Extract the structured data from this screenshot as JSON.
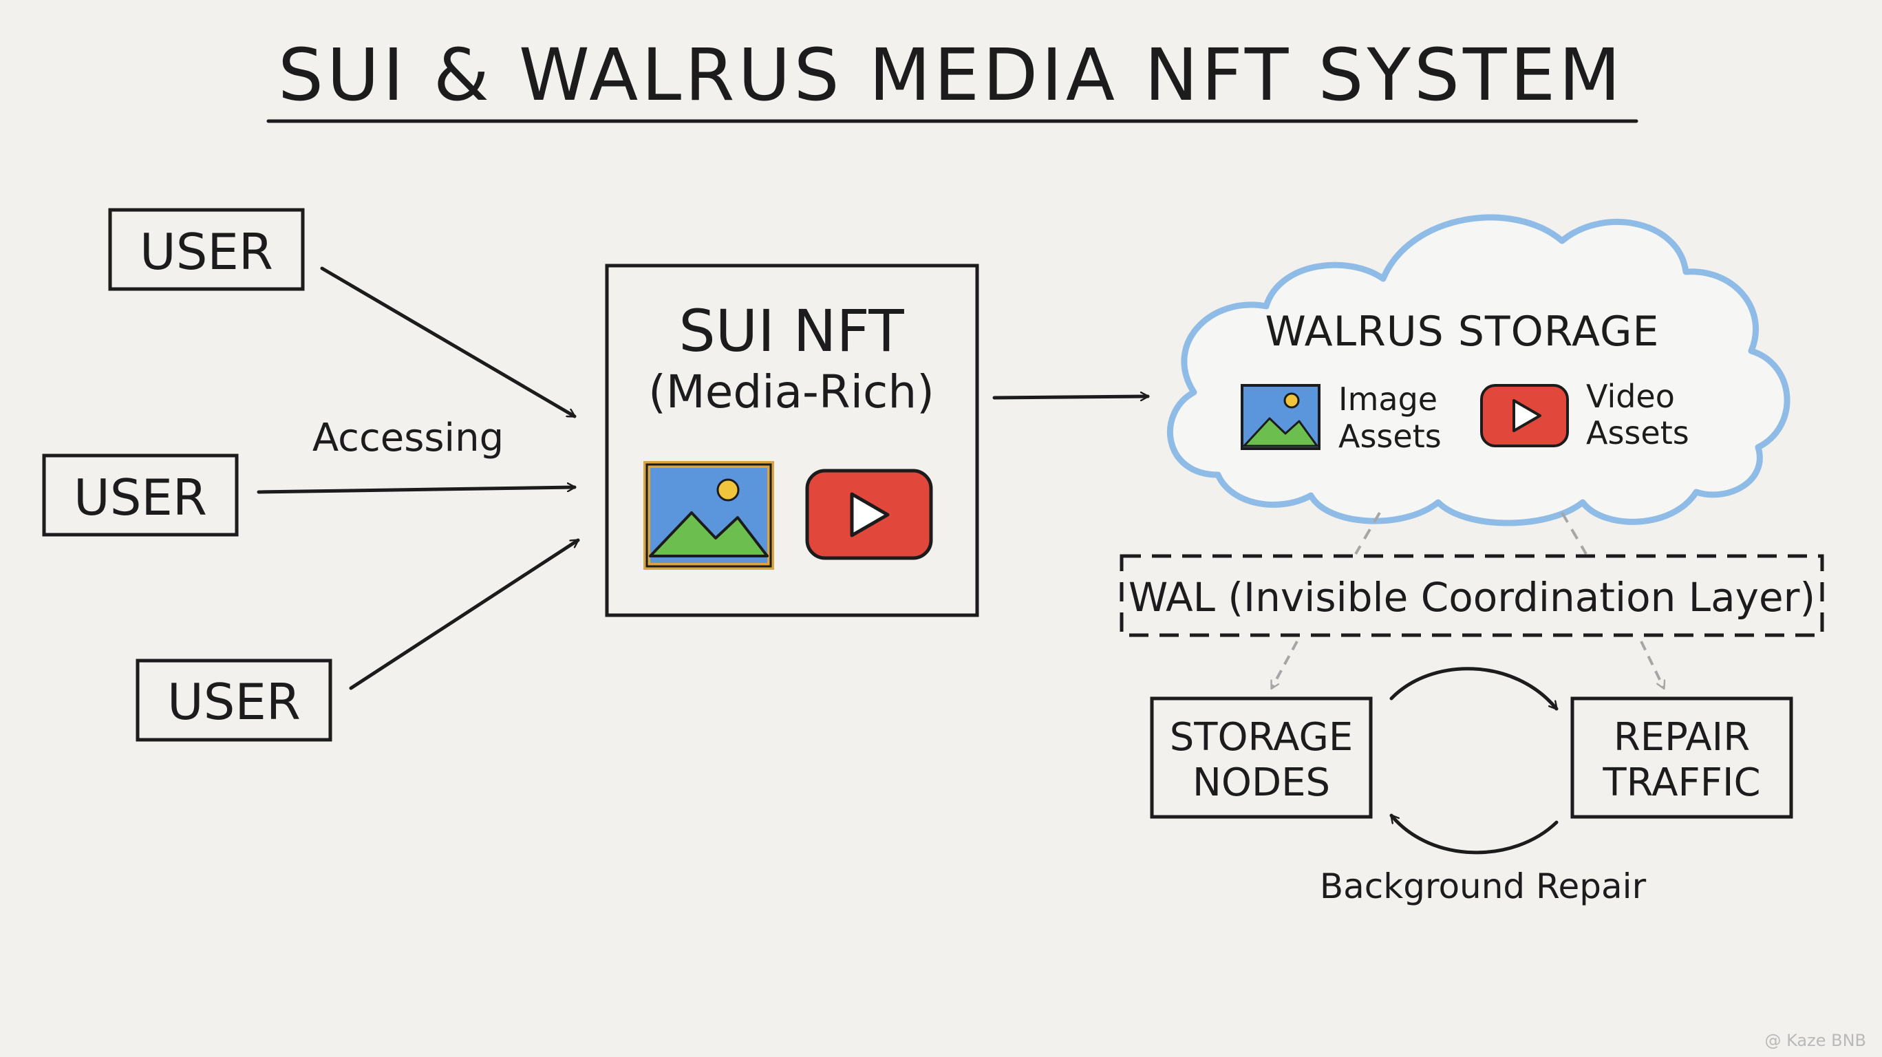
{
  "title": "SUI & WALRUS MEDIA NFT SYSTEM",
  "users": [
    {
      "label": "USER"
    },
    {
      "label": "USER"
    },
    {
      "label": "USER"
    }
  ],
  "access_label": "Accessing",
  "nft": {
    "title": "SUI NFT",
    "subtitle": "(Media-Rich)",
    "icons": [
      "image-icon",
      "play-icon"
    ]
  },
  "walrus": {
    "title": "WALRUS STORAGE",
    "image_assets": [
      "Image",
      "Assets"
    ],
    "video_assets": [
      "Video",
      "Assets"
    ]
  },
  "wal_layer": "WAL (Invisible Coordination Layer)",
  "storage_nodes": [
    "STORAGE",
    "NODES"
  ],
  "repair_traffic": [
    "REPAIR",
    "TRAFFIC"
  ],
  "repair_caption": "Background Repair",
  "watermark": "@ Kaze BNB",
  "colors": {
    "ink": "#1c1c1c",
    "cloud_outline": "#8fbce6",
    "image_sky": "#5b95dc",
    "image_land": "#6cbf4f",
    "image_frame": "#d9a441",
    "video_red": "#e2473c",
    "sun": "#f0c53c",
    "dashed_arrow": "#a6a6a6"
  }
}
